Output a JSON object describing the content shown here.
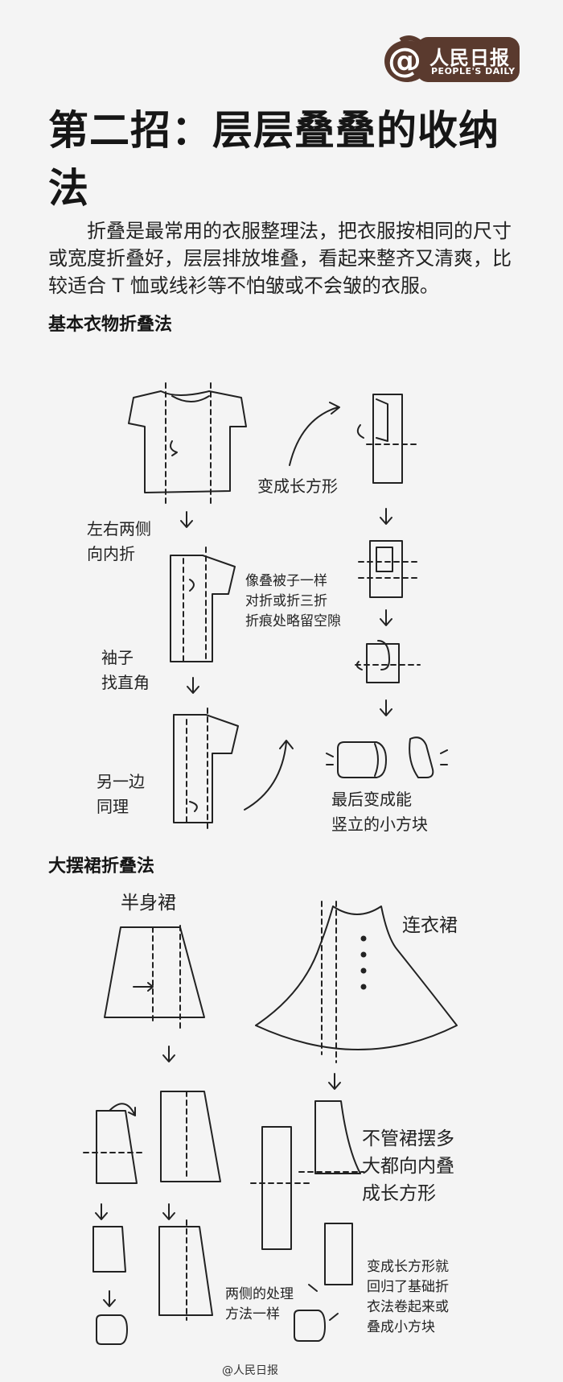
{
  "logo": {
    "at": "@",
    "name": "人民日报",
    "english": "PEOPLE'S DAILY"
  },
  "title": "第二招：层层叠叠的收纳法",
  "intro": "折叠是最常用的衣服整理法，把衣服按相同的尺寸或宽度折叠好，层层排放堆叠，看起来整齐又清爽，比较适合 T 恤或线衫等不怕皱或不会皱的衣服。",
  "section1": {
    "heading": "基本衣物折叠法",
    "labels": {
      "fold_both_sides": [
        "左右两侧",
        "向内折"
      ],
      "sleeve": [
        "袖子",
        "找直角"
      ],
      "other_side": [
        "另一边",
        "同理"
      ],
      "rectangle": "变成长方形",
      "blanket": [
        "像叠被子一样",
        "对折或折三折",
        "折痕处略留空隙"
      ],
      "block": [
        "最后变成能",
        "竖立的小方块"
      ]
    }
  },
  "section2": {
    "heading": "大摆裙折叠法",
    "labels": {
      "half_skirt": "半身裙",
      "dress": "连衣裙",
      "no_matter": [
        "不管裙摆多",
        "大都向内叠",
        "成长方形"
      ],
      "both_sides": [
        "两侧的处理",
        "方法一样"
      ],
      "back_to_basic": [
        "变成长方形就",
        "回归了基础折",
        "衣法卷起来或",
        "叠成小方块"
      ]
    }
  },
  "footer": "@人民日报"
}
